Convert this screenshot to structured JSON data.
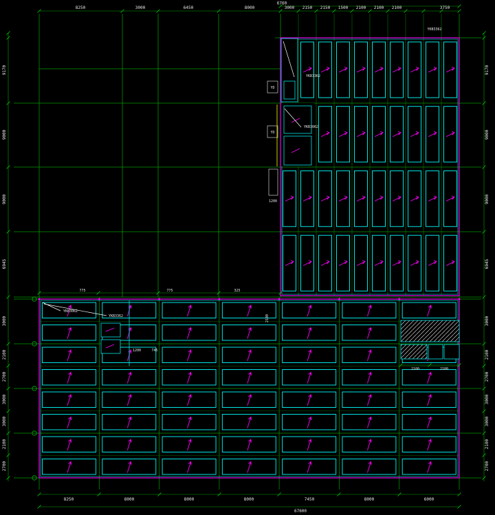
{
  "meta": {
    "drawing_type": "CAD structural slab framing plan",
    "background": "#000000",
    "colors": {
      "grid_green": "#00aa00",
      "panel_cyan": "#00e5e5",
      "accent_magenta": "#ff00ff",
      "dim_text": "#e8e8e8",
      "leader_white": "#ffffff",
      "hatch_gray": "#cfcfcf",
      "highlight_yellow": "#ffff00"
    }
  },
  "dims": {
    "top": [
      "8250",
      "3000",
      "6450",
      "8000",
      "3000",
      "2150",
      "2150",
      "1500",
      "2100",
      "2100",
      "2100",
      "3750"
    ],
    "top_overall": "6760",
    "left": [
      "9170",
      "9000",
      "9000",
      "6945",
      "3000",
      "2100",
      "2700",
      "3000",
      "3000",
      "2100",
      "2700"
    ],
    "right": [
      "9170",
      "9000",
      "9000",
      "6945",
      "3000",
      "2100",
      "2700",
      "3000",
      "3000",
      "2100",
      "2700"
    ],
    "bottom": [
      "8250",
      "8000",
      "8000",
      "8000",
      "7450",
      "8000",
      "6000"
    ],
    "bottom_overall": "67600",
    "hatch_a": "2100",
    "hatch_b": "2100",
    "stub_775a": "775",
    "stub_775b": "775",
    "stub_325": "325",
    "stub_2100v": "2100",
    "stub_1200a": "1200",
    "stub_745": "745",
    "stub_1200b": "1200"
  },
  "labels": {
    "corner_note": "YKB3362",
    "upper_leader_1": "YKB3362",
    "upper_leader_2": "YKB3062",
    "lower_leader_1": "YKB3062",
    "lower_leader_2": "YKB3362",
    "duct_box_1": "YD",
    "duct_box_2": "YD"
  }
}
